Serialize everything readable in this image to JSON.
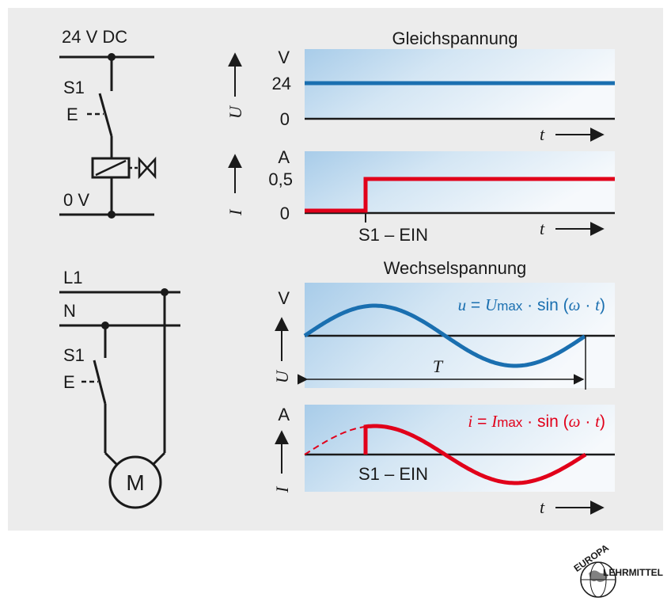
{
  "dc": {
    "supply_label": "24 V DC",
    "switch_label": "S1",
    "switch_symbol": "E",
    "ground_label": "0 V",
    "title": "Gleichspannung",
    "voltage_value": 24,
    "current_value": 0.5,
    "voltage_axis": {
      "unit": "V",
      "ticks": [
        "24",
        "0"
      ],
      "quantity": "U"
    },
    "current_axis": {
      "unit": "A",
      "ticks": [
        "0,5",
        "0"
      ],
      "quantity": "I"
    },
    "time_label": "t",
    "switch_event_label": "S1 – EIN"
  },
  "ac": {
    "line_label": "L1",
    "neutral_label": "N",
    "switch_label": "S1",
    "switch_symbol": "E",
    "motor_label": "M",
    "title": "Wechselspannung",
    "voltage_axis": {
      "unit": "V",
      "quantity": "U"
    },
    "current_axis": {
      "unit": "A",
      "quantity": "I"
    },
    "voltage_formula": {
      "lhs": "u",
      "eq": " = ",
      "coef": "U",
      "sub": "max",
      "rest": " · sin (",
      "omega": "ω",
      "dot": " · ",
      "t": "t",
      "close": ")"
    },
    "current_formula": {
      "lhs": "i",
      "eq": " = ",
      "coef": "I",
      "sub": "max",
      "rest": " · sin (",
      "omega": "ω",
      "dot": " · ",
      "t": "t",
      "close": ")"
    },
    "period_label": "T",
    "switch_event_label": "S1 – EIN",
    "time_label": "t"
  },
  "colors": {
    "voltage_line": "#1a6fb0",
    "current_line": "#e1001a",
    "panel_bg": "#ececec"
  },
  "logo": {
    "top_text": "EUROPA",
    "side_text": "LEHRMITTEL"
  }
}
